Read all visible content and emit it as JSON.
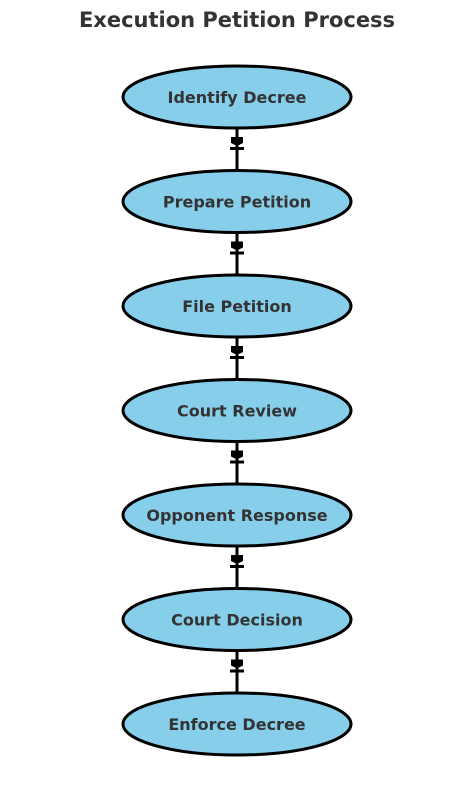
{
  "title": "Execution Petition Process",
  "colors": {
    "node_fill": "#87CEEB",
    "node_stroke": "#000000",
    "text": "#333333",
    "edge": "#000000"
  },
  "nodes": [
    {
      "id": "identify-decree",
      "label": "Identify Decree"
    },
    {
      "id": "prepare-petition",
      "label": "Prepare Petition"
    },
    {
      "id": "file-petition",
      "label": "File Petition"
    },
    {
      "id": "court-review",
      "label": "Court Review"
    },
    {
      "id": "opponent-response",
      "label": "Opponent Response"
    },
    {
      "id": "court-decision",
      "label": "Court Decision"
    },
    {
      "id": "enforce-decree",
      "label": "Enforce Decree"
    }
  ],
  "edges": [
    {
      "from": "identify-decree",
      "to": "prepare-petition"
    },
    {
      "from": "prepare-petition",
      "to": "file-petition"
    },
    {
      "from": "file-petition",
      "to": "court-review"
    },
    {
      "from": "court-review",
      "to": "opponent-response"
    },
    {
      "from": "opponent-response",
      "to": "court-decision"
    },
    {
      "from": "court-decision",
      "to": "enforce-decree"
    }
  ]
}
